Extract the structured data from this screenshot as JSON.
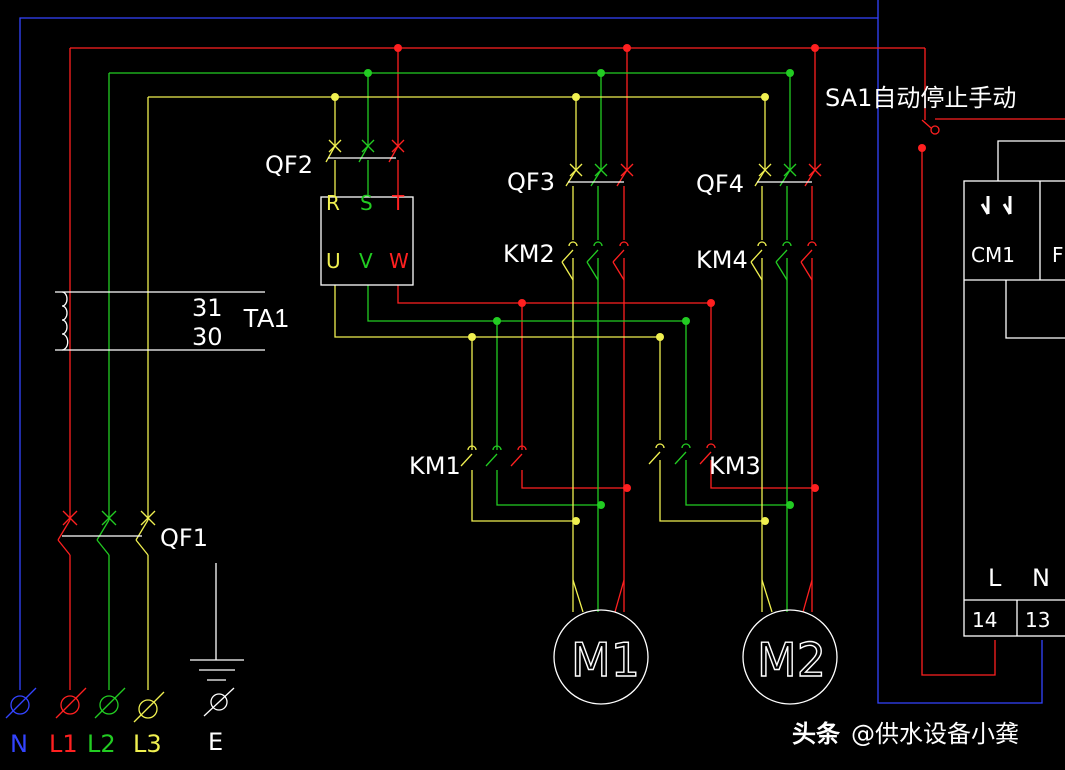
{
  "colors": {
    "background": "#000000",
    "l1_phase": "#ff2020",
    "l2_phase": "#22cc22",
    "l3_phase": "#f0f050",
    "neutral": "#3344ff",
    "label": "#ffffff"
  },
  "terminals": {
    "n": "N",
    "l1": "L1",
    "l2": "L2",
    "l3": "L3",
    "earth": "E"
  },
  "breakers": {
    "qf1": "QF1",
    "qf2": "QF2",
    "qf3": "QF3",
    "qf4": "QF4"
  },
  "inverter": {
    "in_r": "R",
    "in_s": "S",
    "in_t": "T",
    "out_u": "U",
    "out_v": "V",
    "out_w": "W"
  },
  "contactors": {
    "km1": "KM1",
    "km2": "KM2",
    "km3": "KM3",
    "km4": "KM4"
  },
  "transformer": {
    "name": "TA1",
    "pin_a": "31",
    "pin_b": "30"
  },
  "motors": {
    "m1": "M1",
    "m2": "M2"
  },
  "switch": {
    "sa1": "SA1自动停止手动"
  },
  "controller": {
    "cm1": "CM1",
    "f_partial": "F",
    "term_l": "L",
    "term_n": "N",
    "pin_14": "14",
    "pin_13": "13"
  },
  "watermark": {
    "brand": "头条",
    "author": "@供水设备小龚"
  }
}
